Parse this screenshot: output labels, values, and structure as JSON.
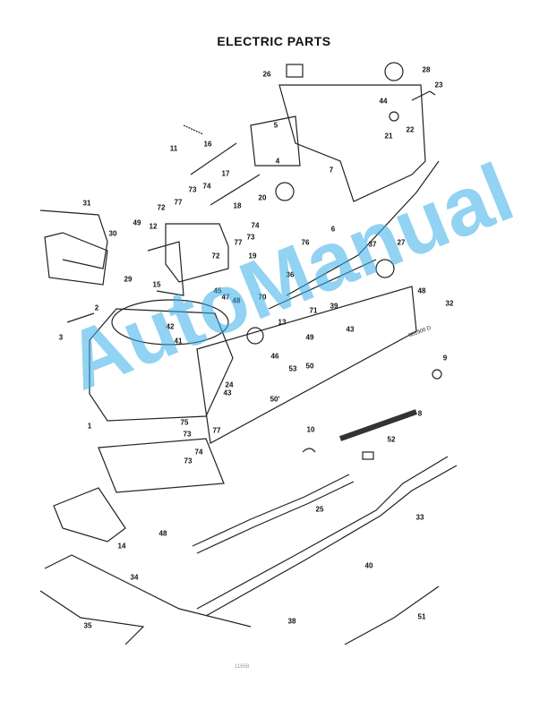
{
  "title": "ELECTRIC PARTS",
  "watermark": "AutoManual",
  "footer_code": "11658",
  "frame_stamp": "901900 D",
  "callouts": [
    "26",
    "28",
    "23",
    "44",
    "22",
    "21",
    "5",
    "4",
    "7",
    "11",
    "16",
    "17",
    "20",
    "18",
    "73",
    "74",
    "77",
    "72",
    "74",
    "73",
    "77",
    "72",
    "49",
    "12",
    "31",
    "30",
    "29",
    "15",
    "19",
    "36",
    "6",
    "76",
    "37",
    "27",
    "48",
    "32",
    "2",
    "3",
    "45",
    "47",
    "48",
    "70",
    "42",
    "41",
    "13",
    "71",
    "39",
    "49",
    "43",
    "46",
    "53",
    "50",
    "24",
    "43",
    "50'",
    "9",
    "8",
    "1",
    "75",
    "73",
    "77",
    "74",
    "73",
    "10",
    "52",
    "33",
    "25",
    "14",
    "48",
    "40",
    "34",
    "35",
    "38",
    "51"
  ]
}
